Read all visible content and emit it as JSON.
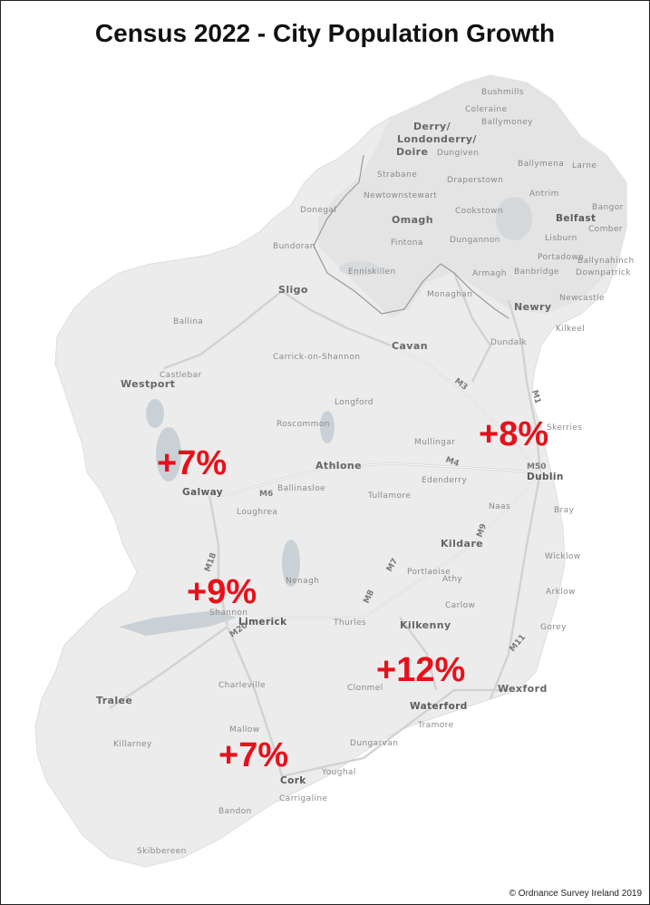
{
  "title": "Census 2022 - City Population Growth",
  "credit": "© Ordnance Survey Ireland 2019",
  "colors": {
    "growth_label": "#e8101a",
    "land": "#ececec",
    "water": "#c9d1d6",
    "road": "#ffffff"
  },
  "growth_labels": [
    {
      "city": "Galway",
      "value": "+7%"
    },
    {
      "city": "Dublin",
      "value": "+8%"
    },
    {
      "city": "Limerick",
      "value": "+9%"
    },
    {
      "city": "Waterford",
      "value": "+12%"
    },
    {
      "city": "Cork",
      "value": "+7%"
    }
  ],
  "places": [
    "Bushmills",
    "Coleraine",
    "Ballymoney",
    "Derry/",
    "Londonderry/",
    "Doire",
    "Dungiven",
    "Strabane",
    "Draperstown",
    "Ballymena",
    "Larne",
    "Newtownstewart",
    "Antrim",
    "Bangor",
    "Donegal",
    "Omagh",
    "Cookstown",
    "Belfast",
    "Comber",
    "Bundoran",
    "Fintona",
    "Dungannon",
    "Lisburn",
    "Portadown",
    "Ballynahinch",
    "Enniskillen",
    "Armagh",
    "Banbridge",
    "Downpatrick",
    "Sligo",
    "Monaghan",
    "Newcastle",
    "Newry",
    "Ballina",
    "Kilkeel",
    "Dundalk",
    "Cavan",
    "Carrick-on-Shannon",
    "Castlebar",
    "Westport",
    "Longford",
    "Roscommon",
    "Skerries",
    "Mullingar",
    "Athlone",
    "Edenderry",
    "Dublin",
    "Ballinasloe",
    "Galway",
    "Tullamore",
    "Naas",
    "Bray",
    "Loughrea",
    "Kildare",
    "Portlaoise",
    "Athy",
    "Wicklow",
    "Nenagh",
    "Carlow",
    "Arklow",
    "Shannon",
    "Limerick",
    "Thurles",
    "Kilkenny",
    "Gorey",
    "Charleville",
    "Clonmel",
    "Wexford",
    "Tralee",
    "Waterford",
    "Mallow",
    "Tramore",
    "Killarney",
    "Dungarvan",
    "Youghal",
    "Cork",
    "Carrigaline",
    "Bandon",
    "Skibbereen"
  ],
  "roads": [
    "M3",
    "M4",
    "M50",
    "M1",
    "M6",
    "M18",
    "M7",
    "M8",
    "M9",
    "M11",
    "M20"
  ]
}
